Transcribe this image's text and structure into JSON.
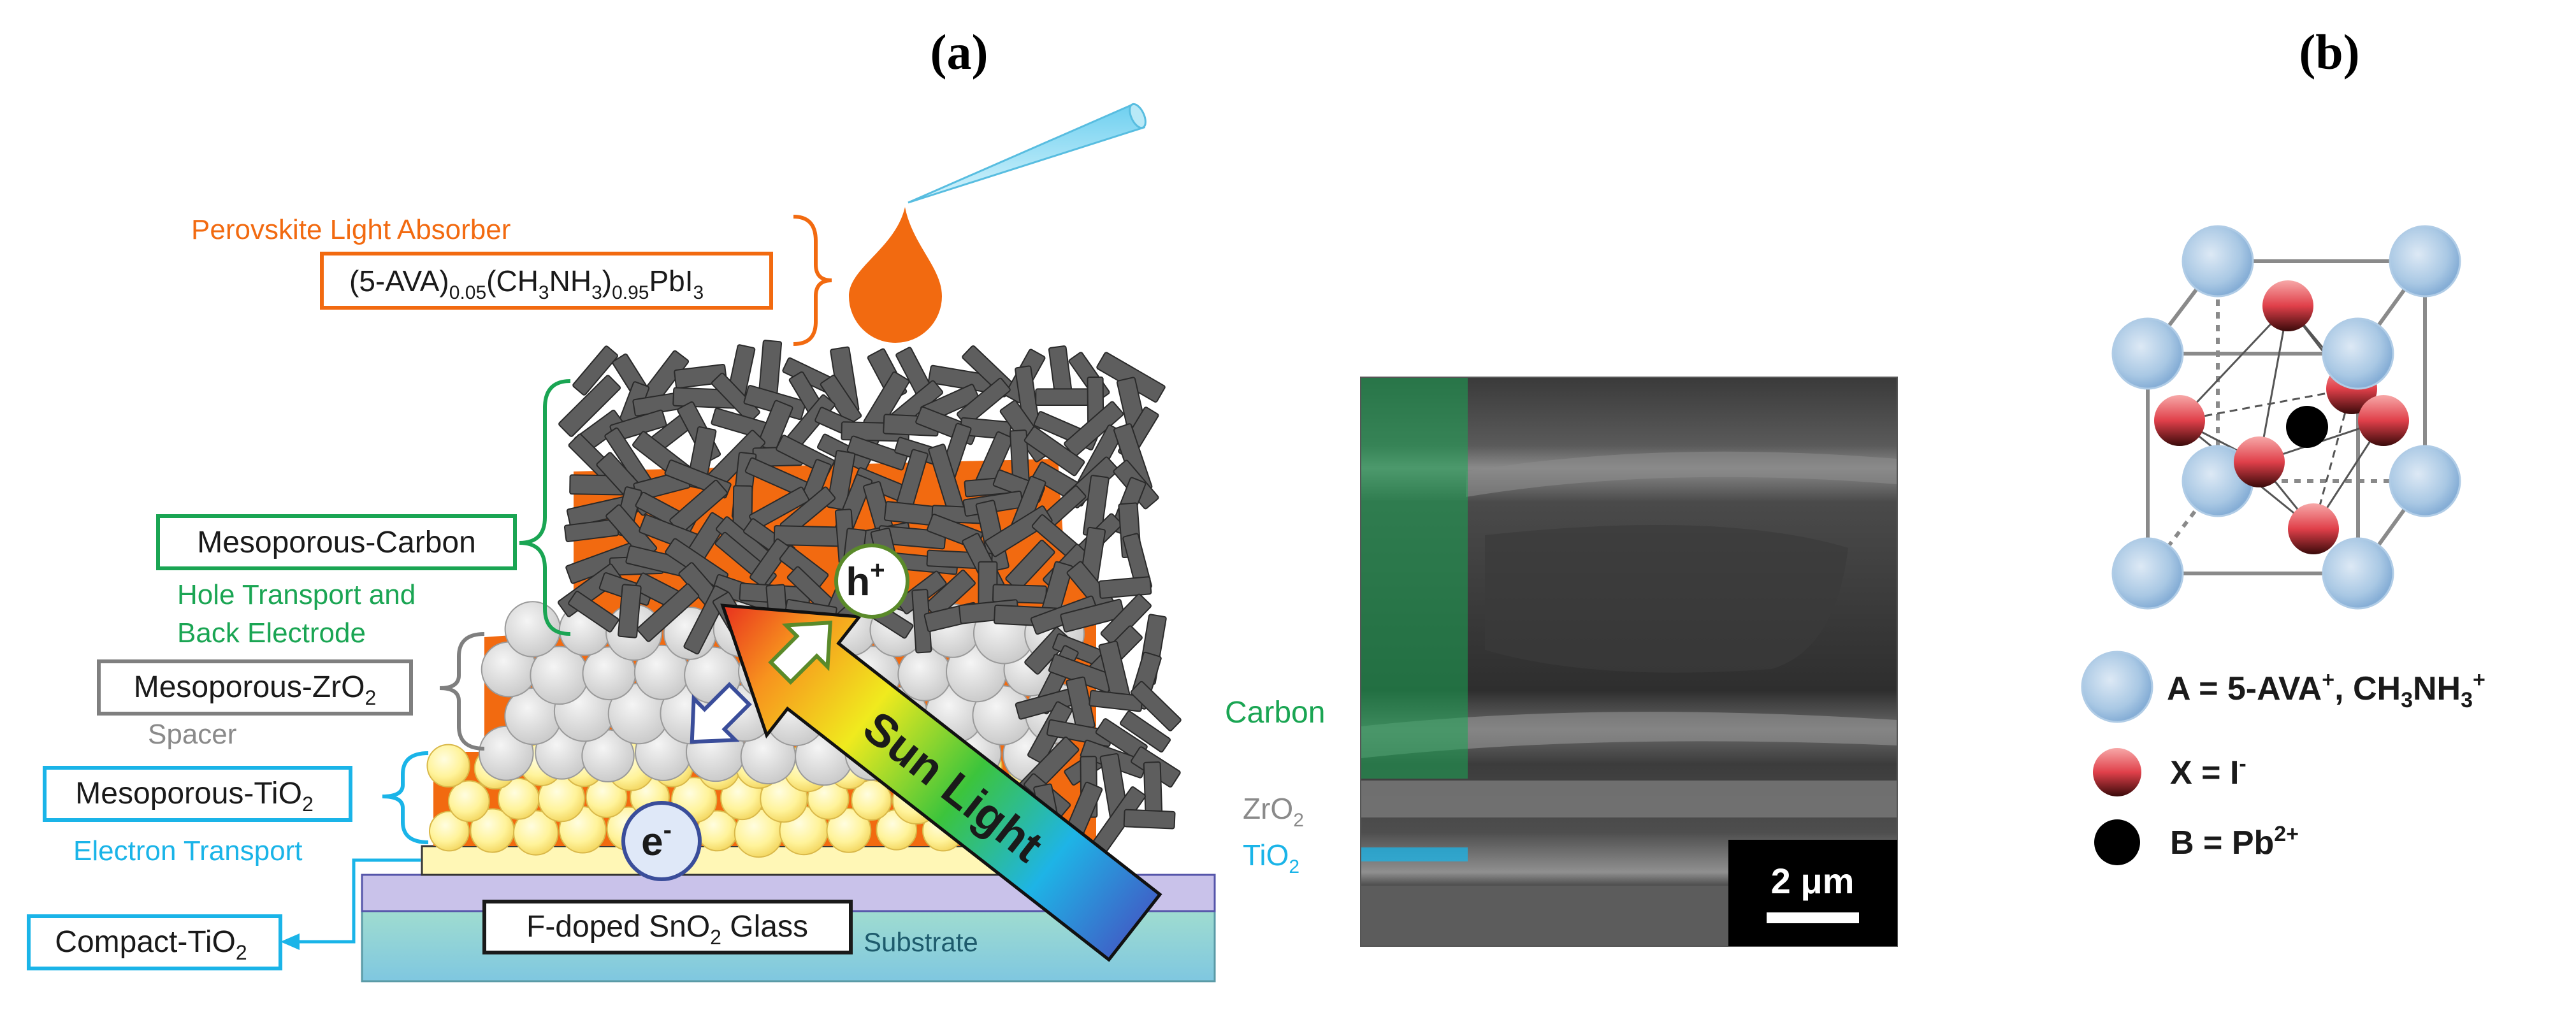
{
  "panel_a": {
    "label": "(a)",
    "absorber": {
      "title": "Perovskite Light Absorber",
      "formula": {
        "p1": "(5-AVA)",
        "s1": "0.05",
        "p2": "(CH",
        "s2": "3",
        "p3": "NH",
        "s3": "3",
        "p4": ")",
        "s4": "0.95",
        "p5": "PbI",
        "s5": "3"
      }
    },
    "layers": {
      "carbon": {
        "label": "Mesoporous-Carbon",
        "desc1": "Hole Transport and",
        "desc2": "Back Electrode"
      },
      "zro2": {
        "label": "Mesoporous-ZrO",
        "sub": "2",
        "desc": "Spacer"
      },
      "tio2": {
        "label": "Mesoporous-TiO",
        "sub": "2",
        "desc": "Electron Transport"
      },
      "compact": {
        "label": "Compact-TiO",
        "sub": "2"
      },
      "fto": {
        "p1": "F-doped SnO",
        "sub": "2",
        "p2": " Glass"
      },
      "substrate": "Substrate"
    },
    "charges": {
      "hole": {
        "text": "h",
        "sup": "+"
      },
      "electron": {
        "text": "e",
        "sup": "-"
      }
    },
    "sunlight": "Sun Light",
    "sem": {
      "carbon": "Carbon",
      "zro2": {
        "text": "ZrO",
        "sub": "2"
      },
      "tio2": {
        "text": "TiO",
        "sub": "2"
      },
      "scale_bar": "2 μm"
    },
    "colors": {
      "perovskite": "#f26a10",
      "carbon_green": "#1aa553",
      "tio2_blue": "#1ab4e8",
      "zro2_gray": "#7f7f7f",
      "carbon_rod": "#606060"
    }
  },
  "panel_b": {
    "label": "(b)",
    "legend": {
      "a": {
        "text": "A = 5-AVA",
        "sup1": "+",
        "mid": ", CH",
        "sub1": "3",
        "mid2": "NH",
        "sub2": "3",
        "sup2": "+"
      },
      "x": {
        "text": "X = I",
        "sup": "-"
      },
      "b": {
        "text": "B = Pb",
        "sup": "2+"
      }
    },
    "colors": {
      "a_site": "#a9c8e4",
      "x_site": "#e0404a",
      "b_site": "#000000"
    }
  }
}
